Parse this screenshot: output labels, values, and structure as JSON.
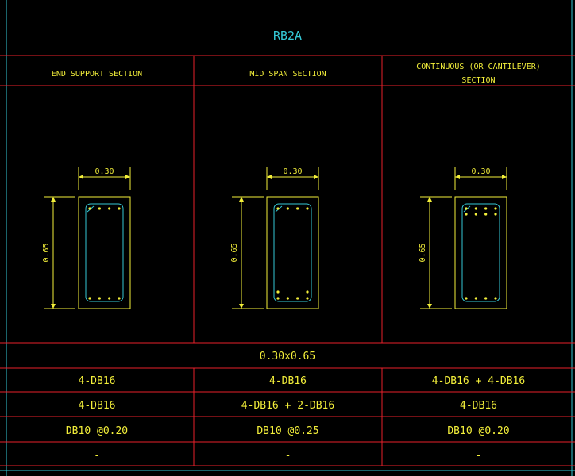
{
  "title": "RB2A",
  "colors": {
    "background": "#000000",
    "grid": "#e8202a",
    "border": "#35c9d6",
    "text": "#f3ef3a",
    "title": "#35c9d6",
    "section": "#f3ef3a",
    "stirrup": "#35c9d6",
    "dimension": "#f3ef3a"
  },
  "columns": [
    {
      "header": [
        "END SUPPORT SECTION"
      ],
      "width_label": "0.30",
      "height_label": "0.65",
      "top_bars": 4,
      "bottom_bars": 4,
      "top_row2_bars": 0,
      "bottom_row2_bars": 0,
      "top_reinf": "4-DB16",
      "bottom_reinf": "4-DB16",
      "stirrups": "DB10  @0.20",
      "extra": "-"
    },
    {
      "header": [
        "MID SPAN SECTION"
      ],
      "width_label": "0.30",
      "height_label": "0.65",
      "top_bars": 4,
      "bottom_bars": 4,
      "top_row2_bars": 0,
      "bottom_row2_bars": 2,
      "top_reinf": "4-DB16",
      "bottom_reinf": "4-DB16  + 2-DB16",
      "stirrups": "DB10  @0.25",
      "extra": "-"
    },
    {
      "header": [
        "CONTINUOUS (OR CANTILEVER)",
        "SECTION"
      ],
      "width_label": "0.30",
      "height_label": "0.65",
      "top_bars": 4,
      "bottom_bars": 4,
      "top_row2_bars": 4,
      "bottom_row2_bars": 0,
      "top_reinf": "4-DB16  + 4-DB16",
      "bottom_reinf": "4-DB16",
      "stirrups": "DB10  @0.20",
      "extra": "-"
    }
  ],
  "section_size": "0.30x0.65"
}
